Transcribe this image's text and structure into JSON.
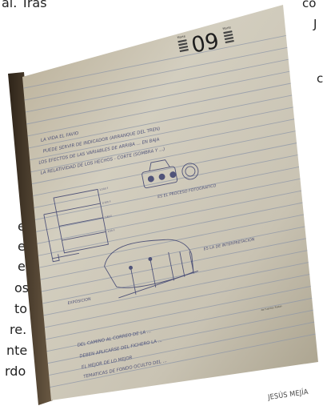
{
  "photo": {
    "page_number": "09",
    "header_small_left": [
      "Marte",
      "Lunes",
      "Jueves",
      "Martes",
      "Viernes"
    ],
    "header_small_right": [
      "Marte",
      "Lunes",
      "Jueves",
      "Martes",
      "Viernes"
    ],
    "handwriting_lines": [
      "LA VIDA EL FAVIO",
      "PUEDE SERVIR DE INDICADOR (ARRANQUE DEL TREN)",
      "LOS EFECTOS DE LAS VARIABLES DE ARRIBA ... EN BAJA",
      "LA RELATIVIDAD DE LOS HECHOS - CORTE (SOMBRA Y ...)",
      "ES EL PROCESO FOTOGRAFICO",
      "ES LA DE INTERPRETACION",
      "DEL CAMINO AL CORREO DE LA ...",
      "DEBEN APLICARSE DEL FICHERO LA ...",
      "EL MEJOR DE LO MEJOR",
      "TEMATICAS DE FONDO OCULTO DEL ..."
    ],
    "stamp_small": "de Fuentes Rodas",
    "credit": "JESÚS MEJÍA",
    "colors": {
      "paper": "#cdc8b9",
      "rule_line": "#9aa6b8",
      "ink": "#3a3f6e",
      "shadow": "#4a3e2f"
    }
  },
  "side_text": {
    "left_fragments": [
      "al. Tras",
      "e",
      "e",
      "e",
      "os",
      "to",
      "re.",
      "nte",
      "rdo"
    ],
    "right_fragments": [
      "co",
      "J",
      "c"
    ]
  }
}
